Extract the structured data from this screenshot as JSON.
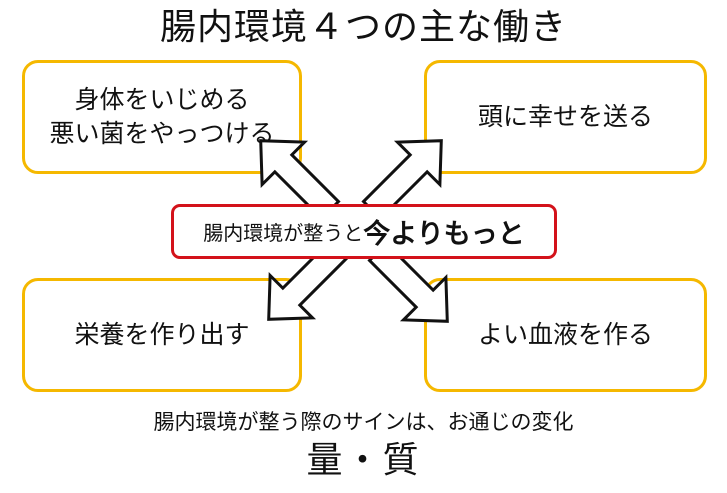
{
  "title": "腸内環境４つの主な働き",
  "boxes": {
    "top_left": "身体をいじめる\n悪い菌をやっつける",
    "top_right": "頭に幸せを送る",
    "bottom_left": "栄養を作り出す",
    "bottom_right": "よい血液を作る"
  },
  "center": {
    "lead": "腸内環境が整うと",
    "emphasis": "今よりもっと"
  },
  "footer": {
    "caption": "腸内環境が整う際のサインは、お通じの変化",
    "highlight": "量・質"
  },
  "colors": {
    "box_border": "#f5b800",
    "center_border": "#d3121a",
    "arrow_stroke": "#111111"
  }
}
